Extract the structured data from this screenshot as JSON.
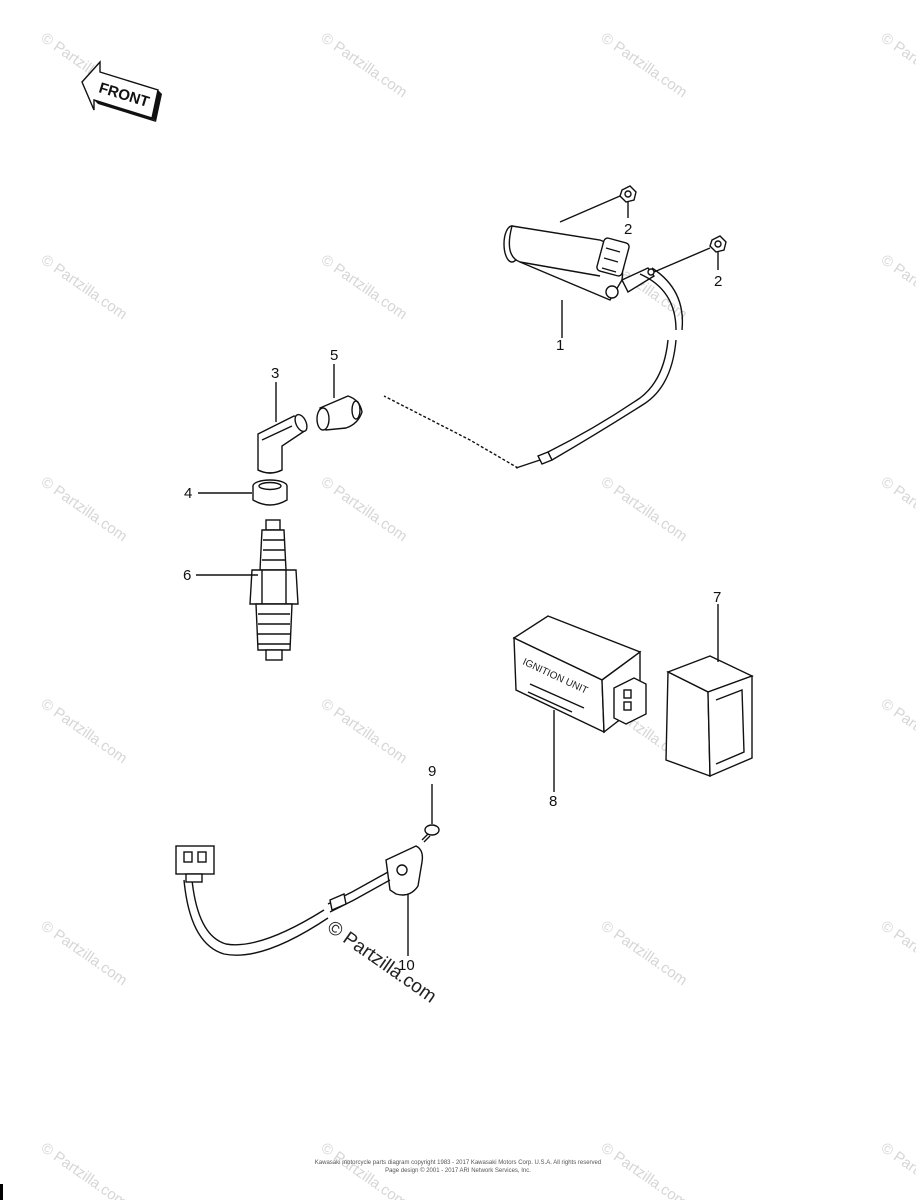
{
  "front_label": "FRONT",
  "callouts": [
    {
      "id": "1",
      "text": "1"
    },
    {
      "id": "2a",
      "text": "2"
    },
    {
      "id": "2b",
      "text": "2"
    },
    {
      "id": "3",
      "text": "3"
    },
    {
      "id": "4",
      "text": "4"
    },
    {
      "id": "5",
      "text": "5"
    },
    {
      "id": "6",
      "text": "6"
    },
    {
      "id": "7",
      "text": "7"
    },
    {
      "id": "8",
      "text": "8"
    },
    {
      "id": "9",
      "text": "9"
    },
    {
      "id": "10",
      "text": "10"
    }
  ],
  "ignition_unit_label": "IGNITION UNIT",
  "watermark_text": "© Partzilla.com",
  "footer": {
    "line1": "Kawasaki motorcycle parts diagram copyright 1983 - 2017 Kawasaki Motors Corp. U.S.A. All rights reserved",
    "line2": "Page design © 2001 - 2017 ARI Network Services, Inc."
  }
}
